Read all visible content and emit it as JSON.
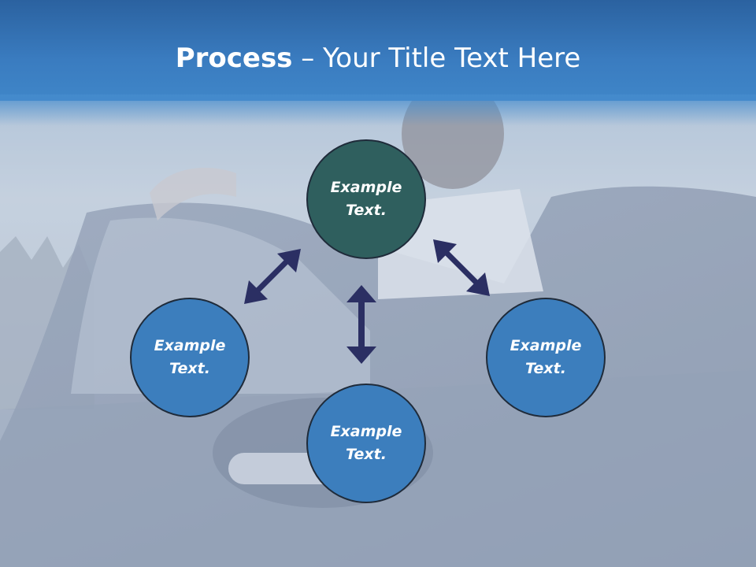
{
  "slide": {
    "title_bold": "Process",
    "title_rest": " – Your Title Text Here"
  },
  "nodes": [
    {
      "line1": "Example",
      "line2": "Text.",
      "color": "#2f5f5e"
    },
    {
      "line1": "Example",
      "line2": "Text.",
      "color": "#3c7ebd"
    },
    {
      "line1": "Example",
      "line2": "Text.",
      "color": "#3c7ebd"
    },
    {
      "line1": "Example",
      "line2": "Text.",
      "color": "#3c7ebd"
    }
  ],
  "colors": {
    "title_band": "#3a7cc0",
    "arrow": "#2b2f63",
    "node_blue": "#3c7ebd",
    "node_teal": "#2f5f5e"
  }
}
